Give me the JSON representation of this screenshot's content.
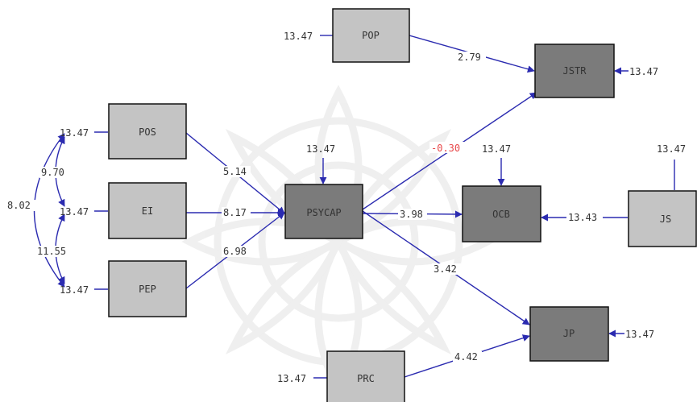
{
  "colors": {
    "edge": "#2b2bb0",
    "box_light": "#c4c4c4",
    "box_dark": "#7b7b7b",
    "text": "#333333",
    "negative": "#e8484a"
  },
  "nodes": {
    "pop": "POP",
    "jstr": "JSTR",
    "pos": "POS",
    "ei": "EI",
    "pep": "PEP",
    "psycap": "PSYCAP",
    "ocb": "OCB",
    "js": "JS",
    "jp": "JP",
    "prc": "PRC"
  },
  "error_variances": {
    "pop": "13.47",
    "jstr": "13.47",
    "pos": "13.47",
    "ei": "13.47",
    "pep": "13.47",
    "psycap": "13.47",
    "ocb": "13.47",
    "js": "13.47",
    "jp": "13.47",
    "prc": "13.47"
  },
  "paths": {
    "pop_jstr": "2.79",
    "psycap_jstr": "-0.30",
    "pos_psycap": "5.14",
    "ei_psycap": "8.17",
    "pep_psycap": "6.98",
    "psycap_ocb": "3.98",
    "js_ocb": "13.43",
    "psycap_jp": "3.42",
    "prc_jp": "4.42"
  },
  "covariances": {
    "pos_ei": "9.70",
    "ei_pep": "11.55",
    "pos_pep": "8.02"
  }
}
